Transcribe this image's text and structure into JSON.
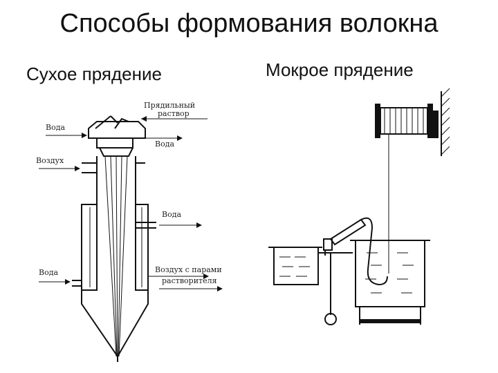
{
  "slide": {
    "title": "Способы формования волокна",
    "left_heading": "Сухое прядение",
    "right_heading": "Мокрое прядение"
  },
  "dry_labels": {
    "spinning_solution_1": "Прядильный",
    "spinning_solution_2": "раствор",
    "water_1": "Вода",
    "water_2": "Вода",
    "air": "Воздух",
    "water_3": "Вода",
    "water_4": "Вода",
    "air_vapor_1": "Воздух с парами",
    "air_vapor_2": "растворителя"
  }
}
